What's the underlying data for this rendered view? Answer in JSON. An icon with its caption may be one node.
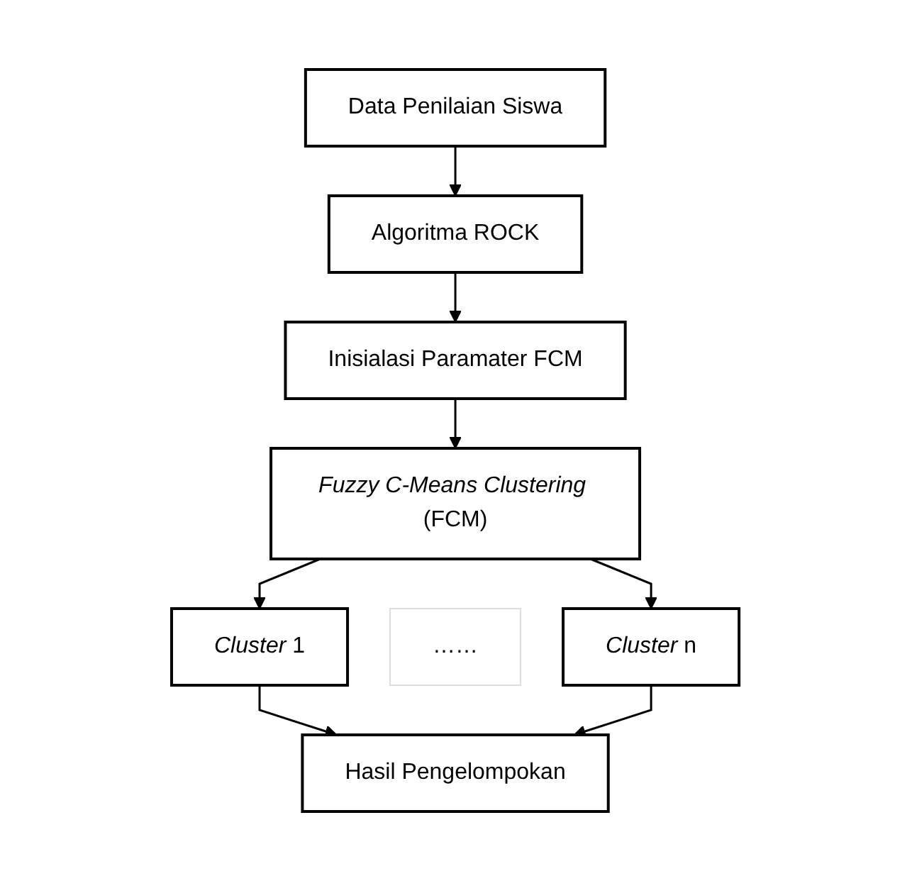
{
  "diagram": {
    "nodes": [
      {
        "text": [
          "Data Penilaian Siswa"
        ]
      },
      {
        "text": [
          "Algoritma ROCK"
        ]
      },
      {
        "text": [
          "Inisialasi Paramater FCM"
        ]
      },
      {
        "text": [
          "*Fuzzy C-Means Clustering* (FCM)"
        ]
      },
      {
        "text": [
          "*Cluster* 1"
        ]
      },
      {
        "text": [
          "……"
        ]
      },
      {
        "text": [
          "*Cluster* n"
        ]
      },
      {
        "text": [
          "Hasil Pengelompokan"
        ]
      }
    ],
    "edges": [
      {
        "from": 0,
        "to": 1,
        "arrow": "to"
      },
      {
        "from": 1,
        "to": 2,
        "arrow": "to"
      },
      {
        "from": 2,
        "to": 3,
        "arrow": "to"
      },
      {
        "from": 3,
        "to": 4,
        "arrow": "to"
      },
      {
        "from": 3,
        "to": 6,
        "arrow": "to"
      },
      {
        "from": 4,
        "to": 7,
        "arrow": "to"
      },
      {
        "from": 6,
        "to": 7,
        "arrow": "to"
      }
    ]
  }
}
